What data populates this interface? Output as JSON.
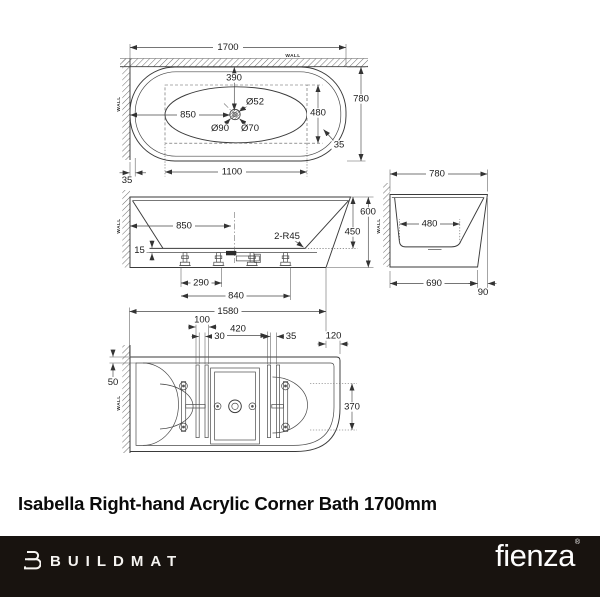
{
  "title": "Isabella Right-hand Acrylic Corner Bath 1700mm",
  "plan": {
    "wall_top": "WALL",
    "wall_side": "WALL",
    "len": "1700",
    "wid": "780",
    "drain_off": "390",
    "drain_left": "850",
    "basin_w": "480",
    "basin_len": "1100",
    "rim_r": "35",
    "rim_l": "35",
    "waste": "Ø52",
    "over": "Ø90",
    "outlet": "Ø70"
  },
  "front": {
    "wall": "WALL",
    "drain_left": "850",
    "radius": "2-R45",
    "base_th": "15",
    "depth": "450",
    "height": "600",
    "feet_a": "290",
    "feet_b": "840"
  },
  "side": {
    "wall": "WALL",
    "wid": "780",
    "floor_w": "480",
    "base_w": "690",
    "lip": "90"
  },
  "bottom": {
    "wall": "WALL",
    "len": "1580",
    "lip": "120",
    "brk_out": "100",
    "brk_gap": "30",
    "brk_span": "420",
    "brk_gap2": "35",
    "rim": "50",
    "zone": "370"
  },
  "footer": {
    "buildmat": "BUILDMAT",
    "fienza": "fienza",
    "reg": "®"
  }
}
